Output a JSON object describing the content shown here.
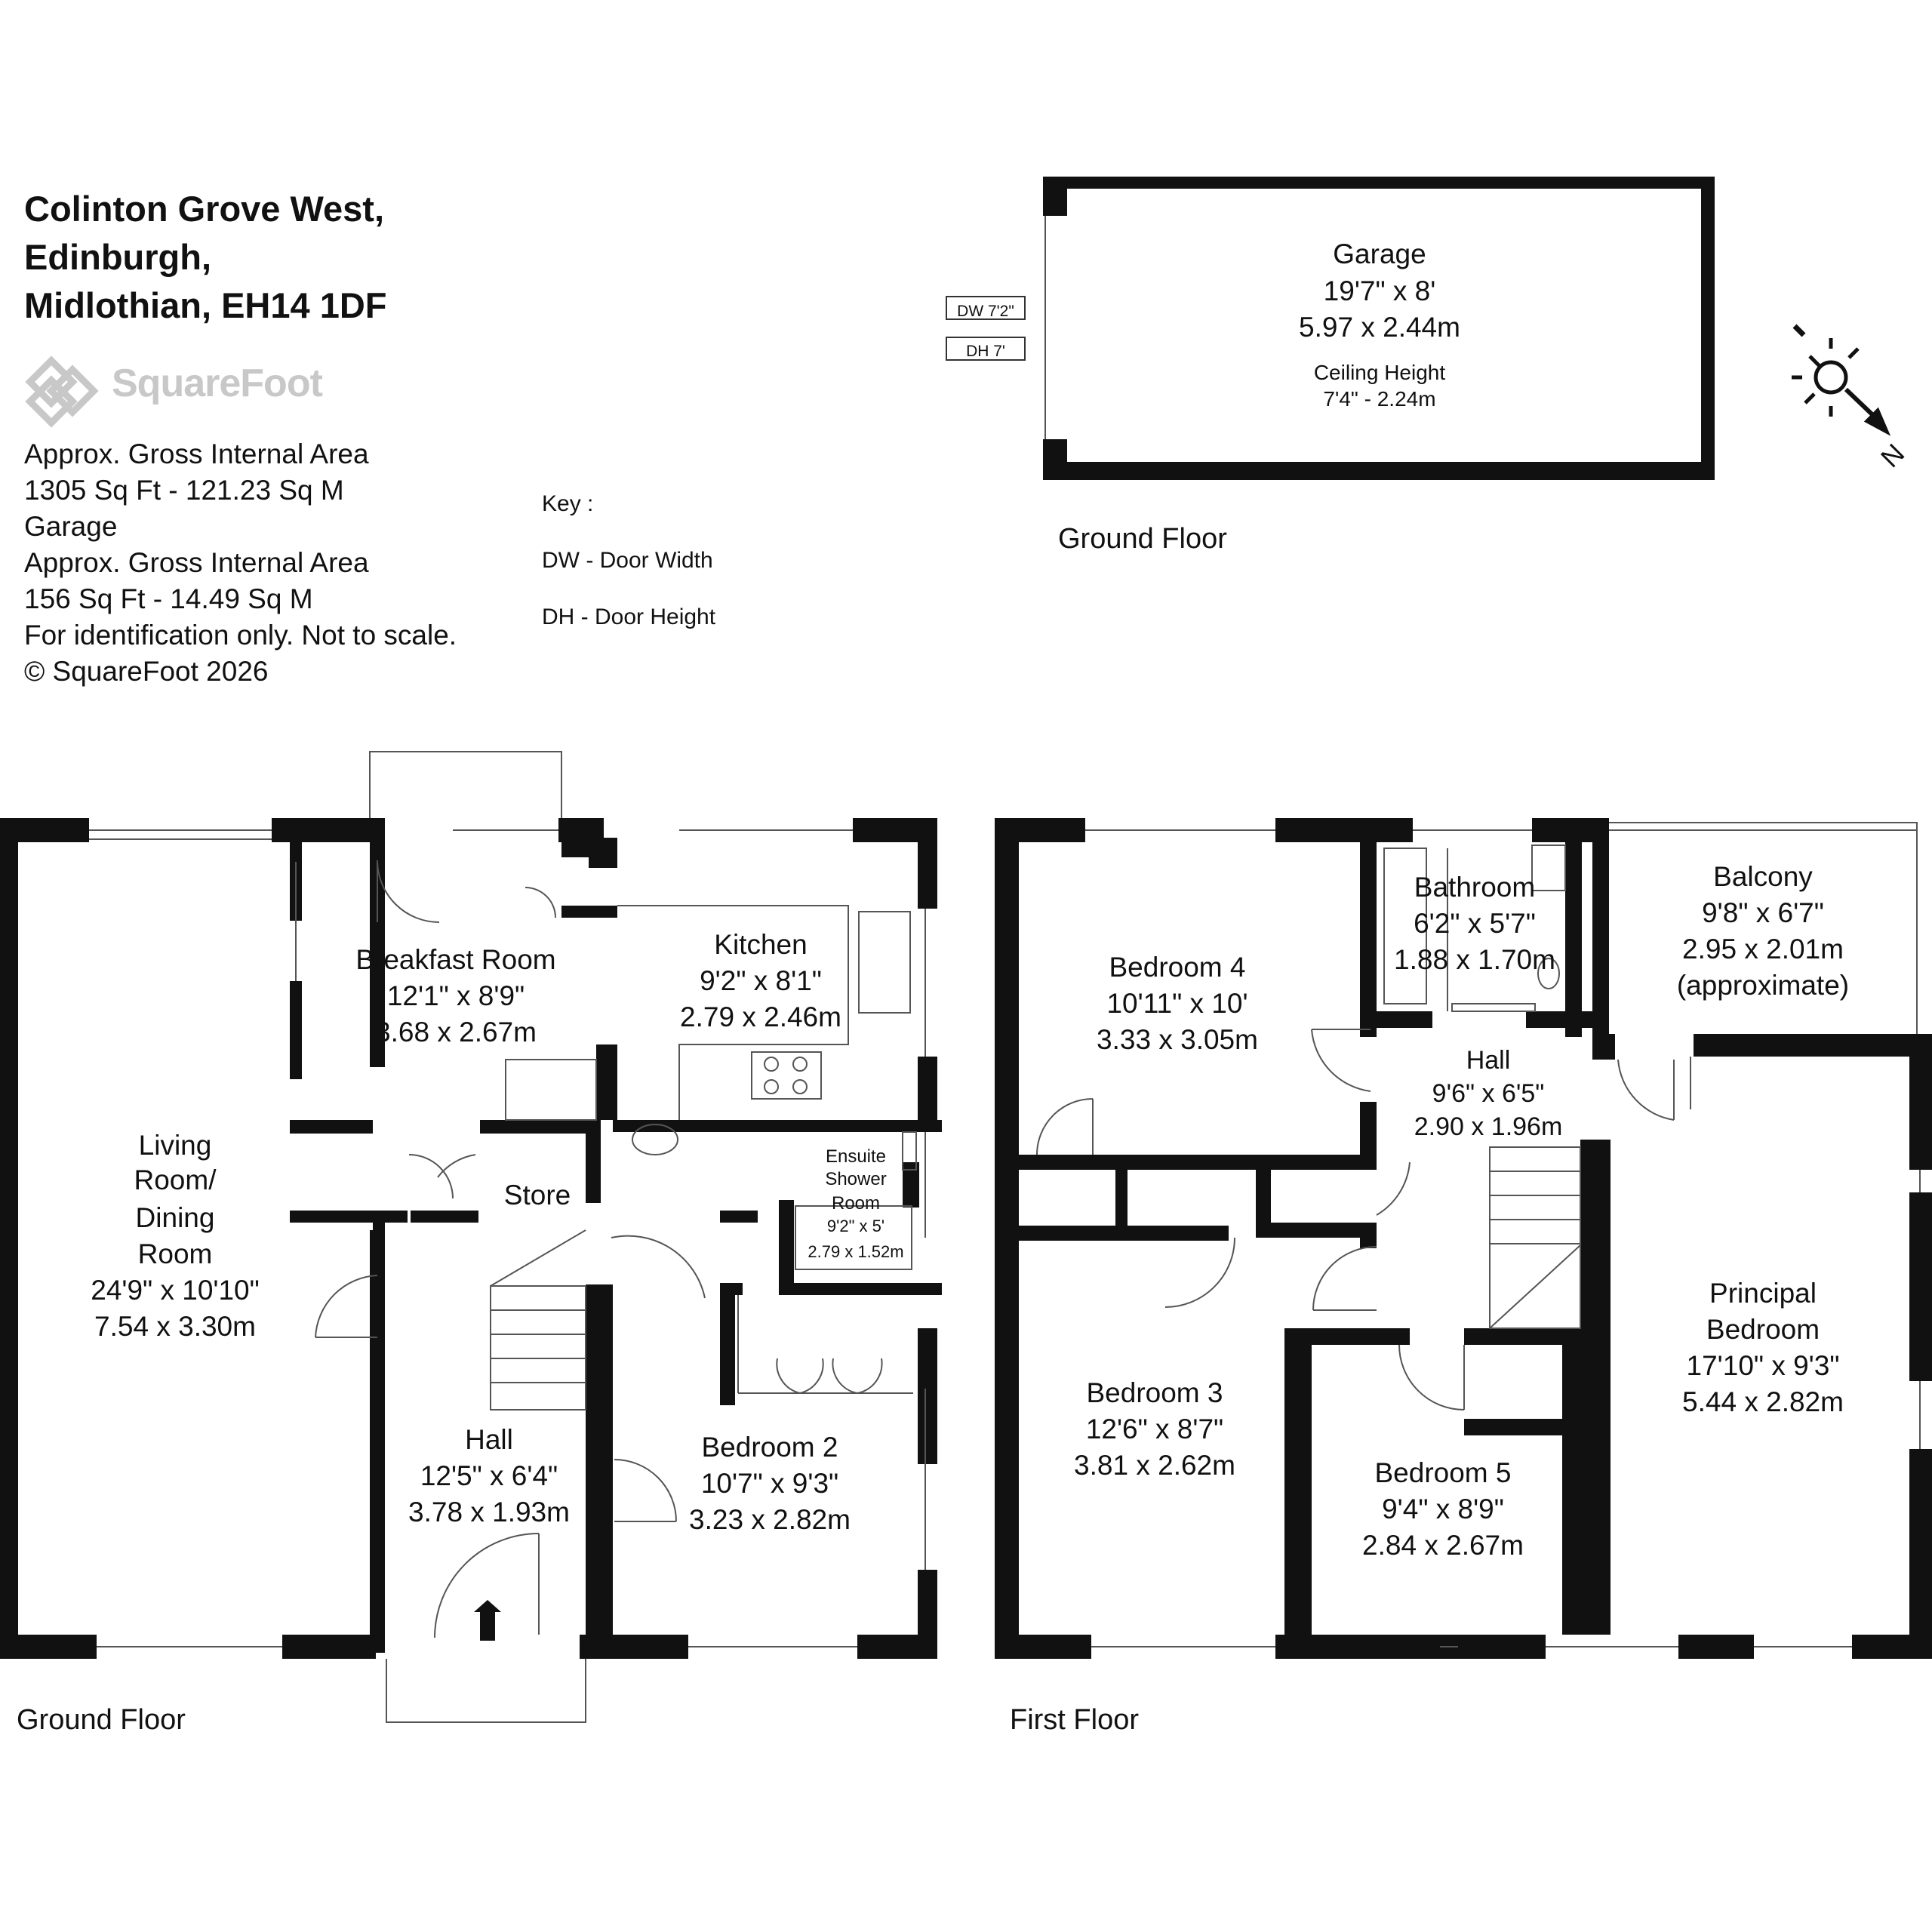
{
  "address": {
    "line1": "Colinton Grove West,",
    "line2": "Edinburgh,",
    "line3": "Midlothian, EH14 1DF"
  },
  "brand": {
    "logo_text": "SquareFoot",
    "logo_color": "#c8c8c8"
  },
  "area_info": {
    "line1": "Approx. Gross Internal Area",
    "line2": "1305 Sq Ft  -  121.23 Sq M",
    "line3": "Garage",
    "line4": "Approx. Gross Internal Area",
    "line5": "156 Sq Ft  -  14.49 Sq M",
    "line6": "For identification only. Not to scale.",
    "line7": "© SquareFoot 2026"
  },
  "key": {
    "title": "Key :",
    "dw": "DW - Door Width",
    "dh": "DH - Door Height"
  },
  "garage": {
    "name": "Garage",
    "imperial": "19'7\" x 8'",
    "metric": "5.97 x 2.44m",
    "ceiling_label": "Ceiling Height",
    "ceiling_value": "7'4\" - 2.24m",
    "door_width": "DW 7'2\"",
    "door_height": "DH 7'",
    "floor_label": "Ground Floor"
  },
  "compass": {
    "north_label": "N"
  },
  "ground_floor": {
    "label": "Ground Floor",
    "rooms": {
      "living": {
        "l1": "Living",
        "l2": "Room/",
        "l3": "Dining",
        "l4": "Room",
        "imperial": "24'9\" x 10'10\"",
        "metric": "7.54 x 3.30m"
      },
      "breakfast": {
        "name": "Breakfast Room",
        "imperial": "12'1\" x 8'9\"",
        "metric": "3.68 x 2.67m"
      },
      "kitchen": {
        "name": "Kitchen",
        "imperial": "9'2\" x 8'1\"",
        "metric": "2.79 x 2.46m"
      },
      "store": {
        "name": "Store"
      },
      "ensuite": {
        "l1": "Ensuite",
        "l2": "Shower",
        "l3": "Room",
        "imperial": "9'2\" x 5'",
        "metric": "2.79 x 1.52m"
      },
      "hall": {
        "name": "Hall",
        "imperial": "12'5\" x 6'4\"",
        "metric": "3.78 x 1.93m"
      },
      "bedroom2": {
        "name": "Bedroom 2",
        "imperial": "10'7\" x 9'3\"",
        "metric": "3.23 x 2.82m"
      }
    }
  },
  "first_floor": {
    "label": "First Floor",
    "rooms": {
      "bedroom4": {
        "name": "Bedroom 4",
        "imperial": "10'11\" x 10'",
        "metric": "3.33 x 3.05m"
      },
      "bathroom": {
        "name": "Bathroom",
        "imperial": "6'2\" x 5'7\"",
        "metric": "1.88 x 1.70m"
      },
      "balcony": {
        "name": "Balcony",
        "imperial": "9'8\" x 6'7\"",
        "metric": "2.95 x 2.01m",
        "note": "(approximate)"
      },
      "hall": {
        "name": "Hall",
        "imperial": "9'6\" x 6'5\"",
        "metric": "2.90 x 1.96m"
      },
      "bedroom3": {
        "name": "Bedroom 3",
        "imperial": "12'6\" x 8'7\"",
        "metric": "3.81 x 2.62m"
      },
      "bedroom5": {
        "name": "Bedroom 5",
        "imperial": "9'4\" x 8'9\"",
        "metric": "2.84 x 2.67m"
      },
      "principal": {
        "l1": "Principal",
        "l2": "Bedroom",
        "imperial": "17'10\" x 9'3\"",
        "metric": "5.44 x 2.82m"
      }
    }
  }
}
